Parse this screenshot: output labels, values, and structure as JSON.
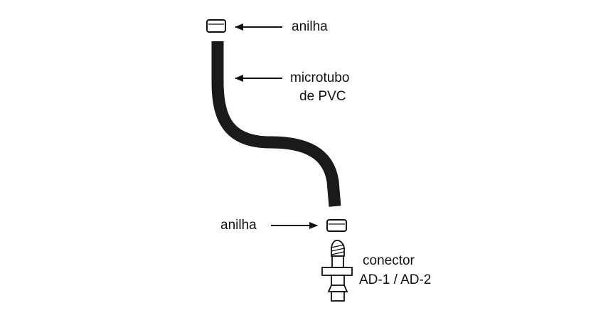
{
  "labels": {
    "top_ring": "anilha",
    "tube_line1": "microtubo",
    "tube_line2": "de PVC",
    "bottom_ring": "anilha",
    "connector_line1": "conector",
    "connector_line2": "AD-1 / AD-2"
  },
  "colors": {
    "ink": "#111111",
    "tube": "#1a1a1a",
    "background": "#ffffff"
  }
}
